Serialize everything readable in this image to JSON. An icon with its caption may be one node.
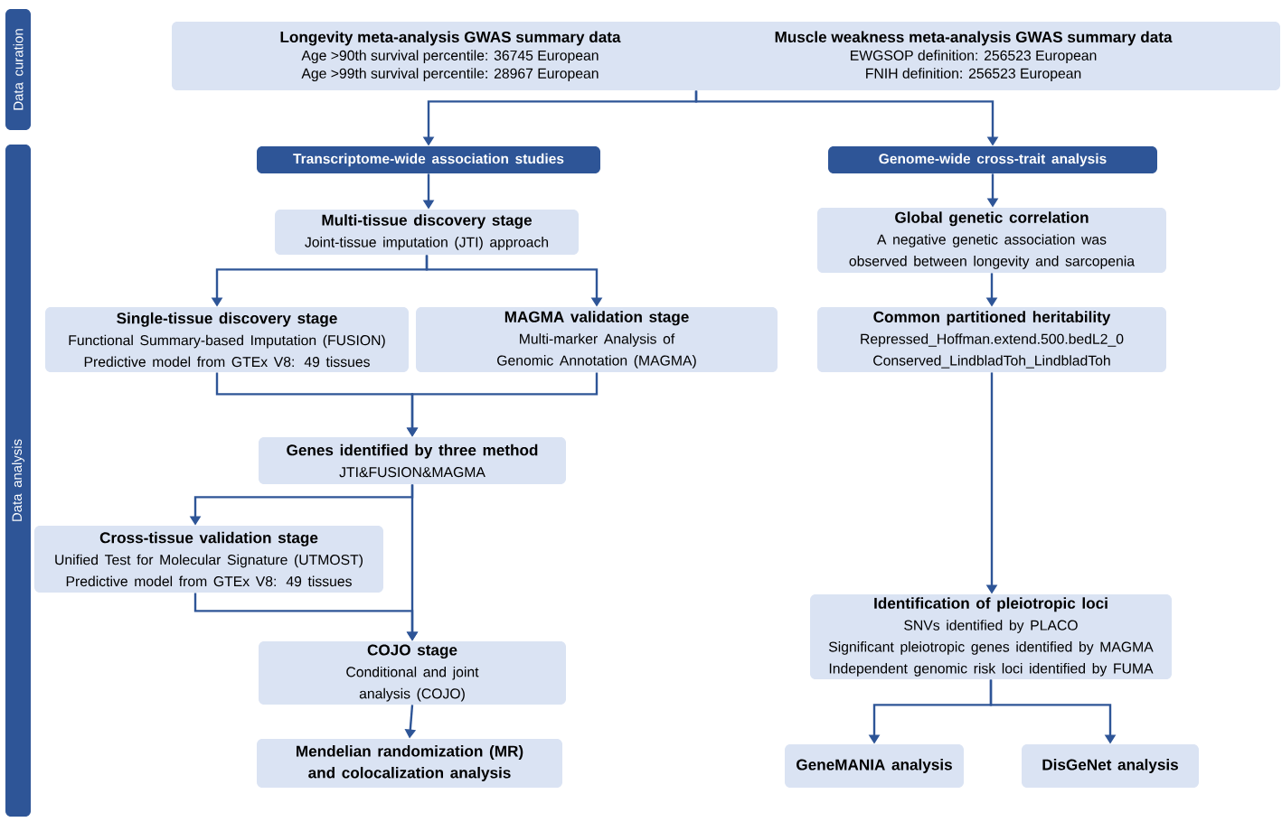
{
  "diagram": {
    "nodes": [
      {
        "text": [
          "Data curation"
        ]
      },
      {
        "text": [
          "Longevity meta-analysis GWAS summary data",
          "Age >90th survival percentile: 36745 European",
          "Age >99th survival percentile: 28967 European",
          "Muscle weakness meta-analysis GWAS summary data",
          "EWGSOP definition: 256523 European",
          "FNIH definition: 256523 European"
        ]
      },
      {
        "text": [
          "Data analysis"
        ]
      },
      {
        "text": [
          "Transcriptome-wide association studies"
        ]
      },
      {
        "text": [
          "Genome-wide cross-trait analysis"
        ]
      },
      {
        "text": [
          "Multi-tissue discovery stage",
          "Joint-tissue imputation (JTI) approach"
        ]
      },
      {
        "text": [
          "Global genetic correlation",
          "A negative genetic association was observed between longevity and sarcopenia"
        ]
      },
      {
        "text": [
          "Single-tissue discovery stage",
          "Functional Summary-based Imputation (FUSION)",
          "Predictive model from GTEx V8: 49 tissues"
        ]
      },
      {
        "text": [
          "MAGMA validation stage",
          "Multi-marker Analysis of Genomic Annotation (MAGMA)"
        ]
      },
      {
        "text": [
          "Common partitioned heritability",
          "Repressed_Hoffman.extend.500.bedL2_0",
          "Conserved_LindbladToh_LindbladToh"
        ]
      },
      {
        "text": [
          "Genes identified by three method",
          "JTI&FUSION&MAGMA"
        ]
      },
      {
        "text": [
          "Cross-tissue validation stage",
          "Unified Test for Molecular Signature (UTMOST)",
          "Predictive model from GTEx V8: 49 tissues"
        ]
      },
      {
        "text": [
          "Identification of pleiotropic loci",
          "SNVs identified by PLACO",
          "Significant pleiotropic genes identified by MAGMA",
          "Independent genomic risk loci identified by FUMA"
        ]
      },
      {
        "text": [
          "COJO stage",
          "Conditional and joint analysis (COJO)"
        ]
      },
      {
        "text": [
          "Mendelian randomization (MR) and colocalization analysis"
        ]
      },
      {
        "text": [
          "GeneMANIA analysis"
        ]
      },
      {
        "text": [
          "DisGeNet analysis"
        ]
      }
    ],
    "edges": [
      {
        "from": 1,
        "to": 3,
        "arrow": "to"
      },
      {
        "from": 1,
        "to": 4,
        "arrow": "to"
      },
      {
        "from": 3,
        "to": 5,
        "arrow": "to"
      },
      {
        "from": 5,
        "to": 7,
        "arrow": "to"
      },
      {
        "from": 5,
        "to": 8,
        "arrow": "to"
      },
      {
        "from": 7,
        "to": 10,
        "arrow": "to"
      },
      {
        "from": 8,
        "to": 10,
        "arrow": "to"
      },
      {
        "from": 10,
        "to": 11,
        "arrow": "to"
      },
      {
        "from": 10,
        "to": 13,
        "arrow": "to"
      },
      {
        "from": 11,
        "to": 13,
        "arrow": "to"
      },
      {
        "from": 13,
        "to": 14,
        "arrow": "to"
      },
      {
        "from": 4,
        "to": 6,
        "arrow": "to"
      },
      {
        "from": 6,
        "to": 9,
        "arrow": "to"
      },
      {
        "from": 9,
        "to": 12,
        "arrow": "to"
      },
      {
        "from": 12,
        "to": 15,
        "arrow": "to"
      },
      {
        "from": 12,
        "to": 16,
        "arrow": "to"
      }
    ]
  }
}
